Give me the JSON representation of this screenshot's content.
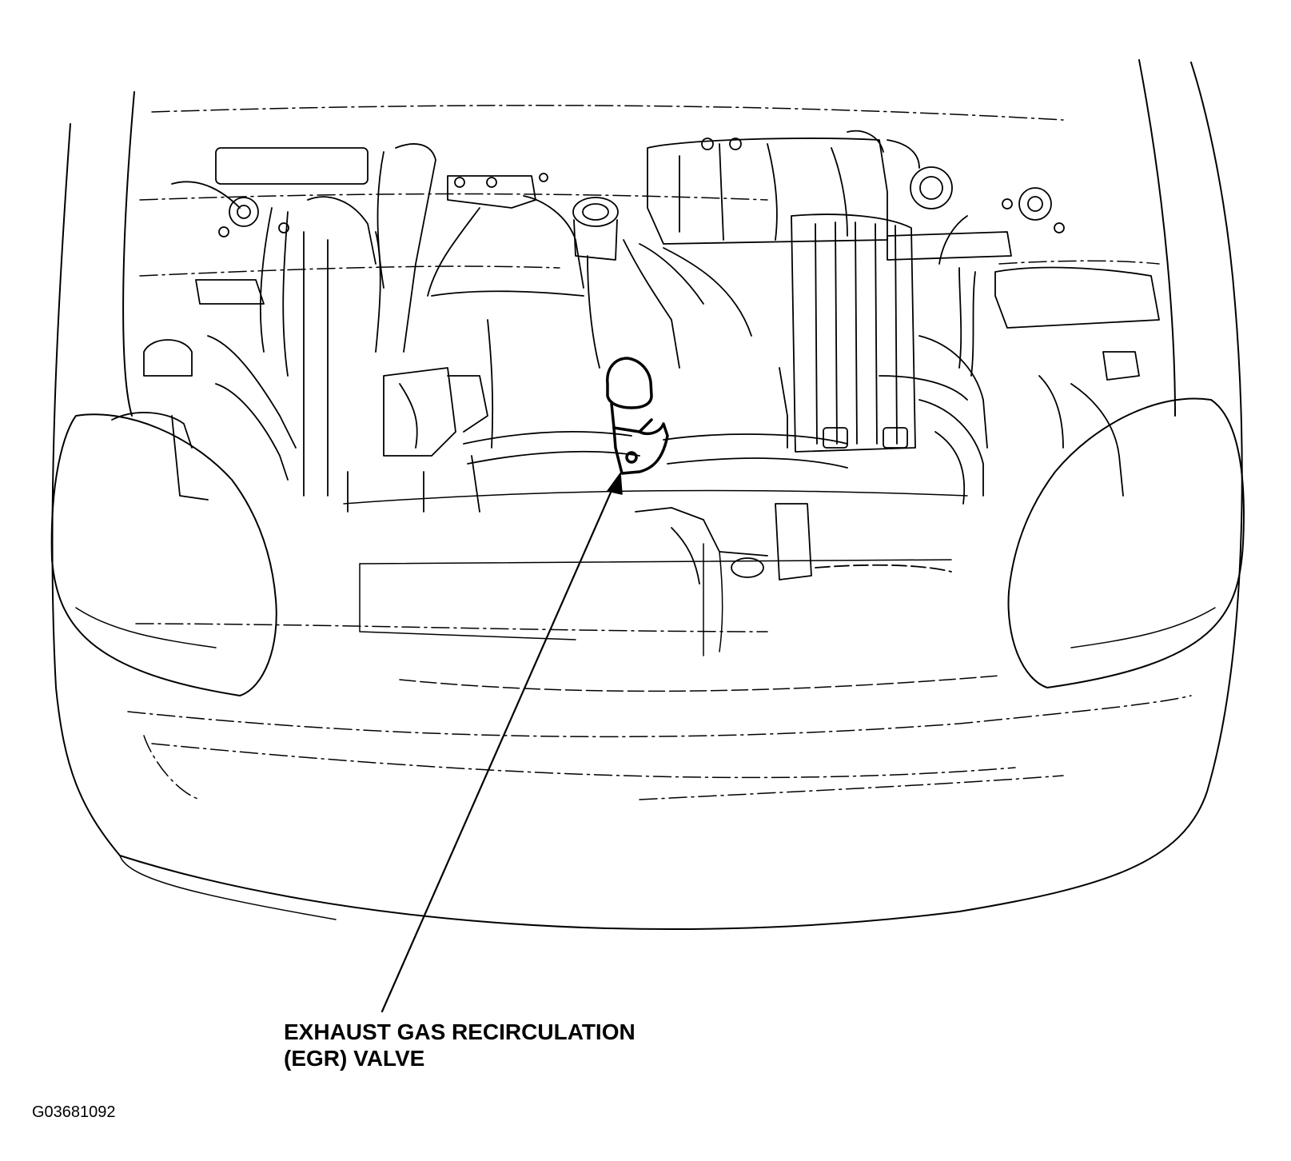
{
  "diagram": {
    "callout": {
      "line1": "EXHAUST GAS RECIRCULATION",
      "line2": "(EGR) VALVE"
    },
    "figure_id": "G03681092"
  }
}
